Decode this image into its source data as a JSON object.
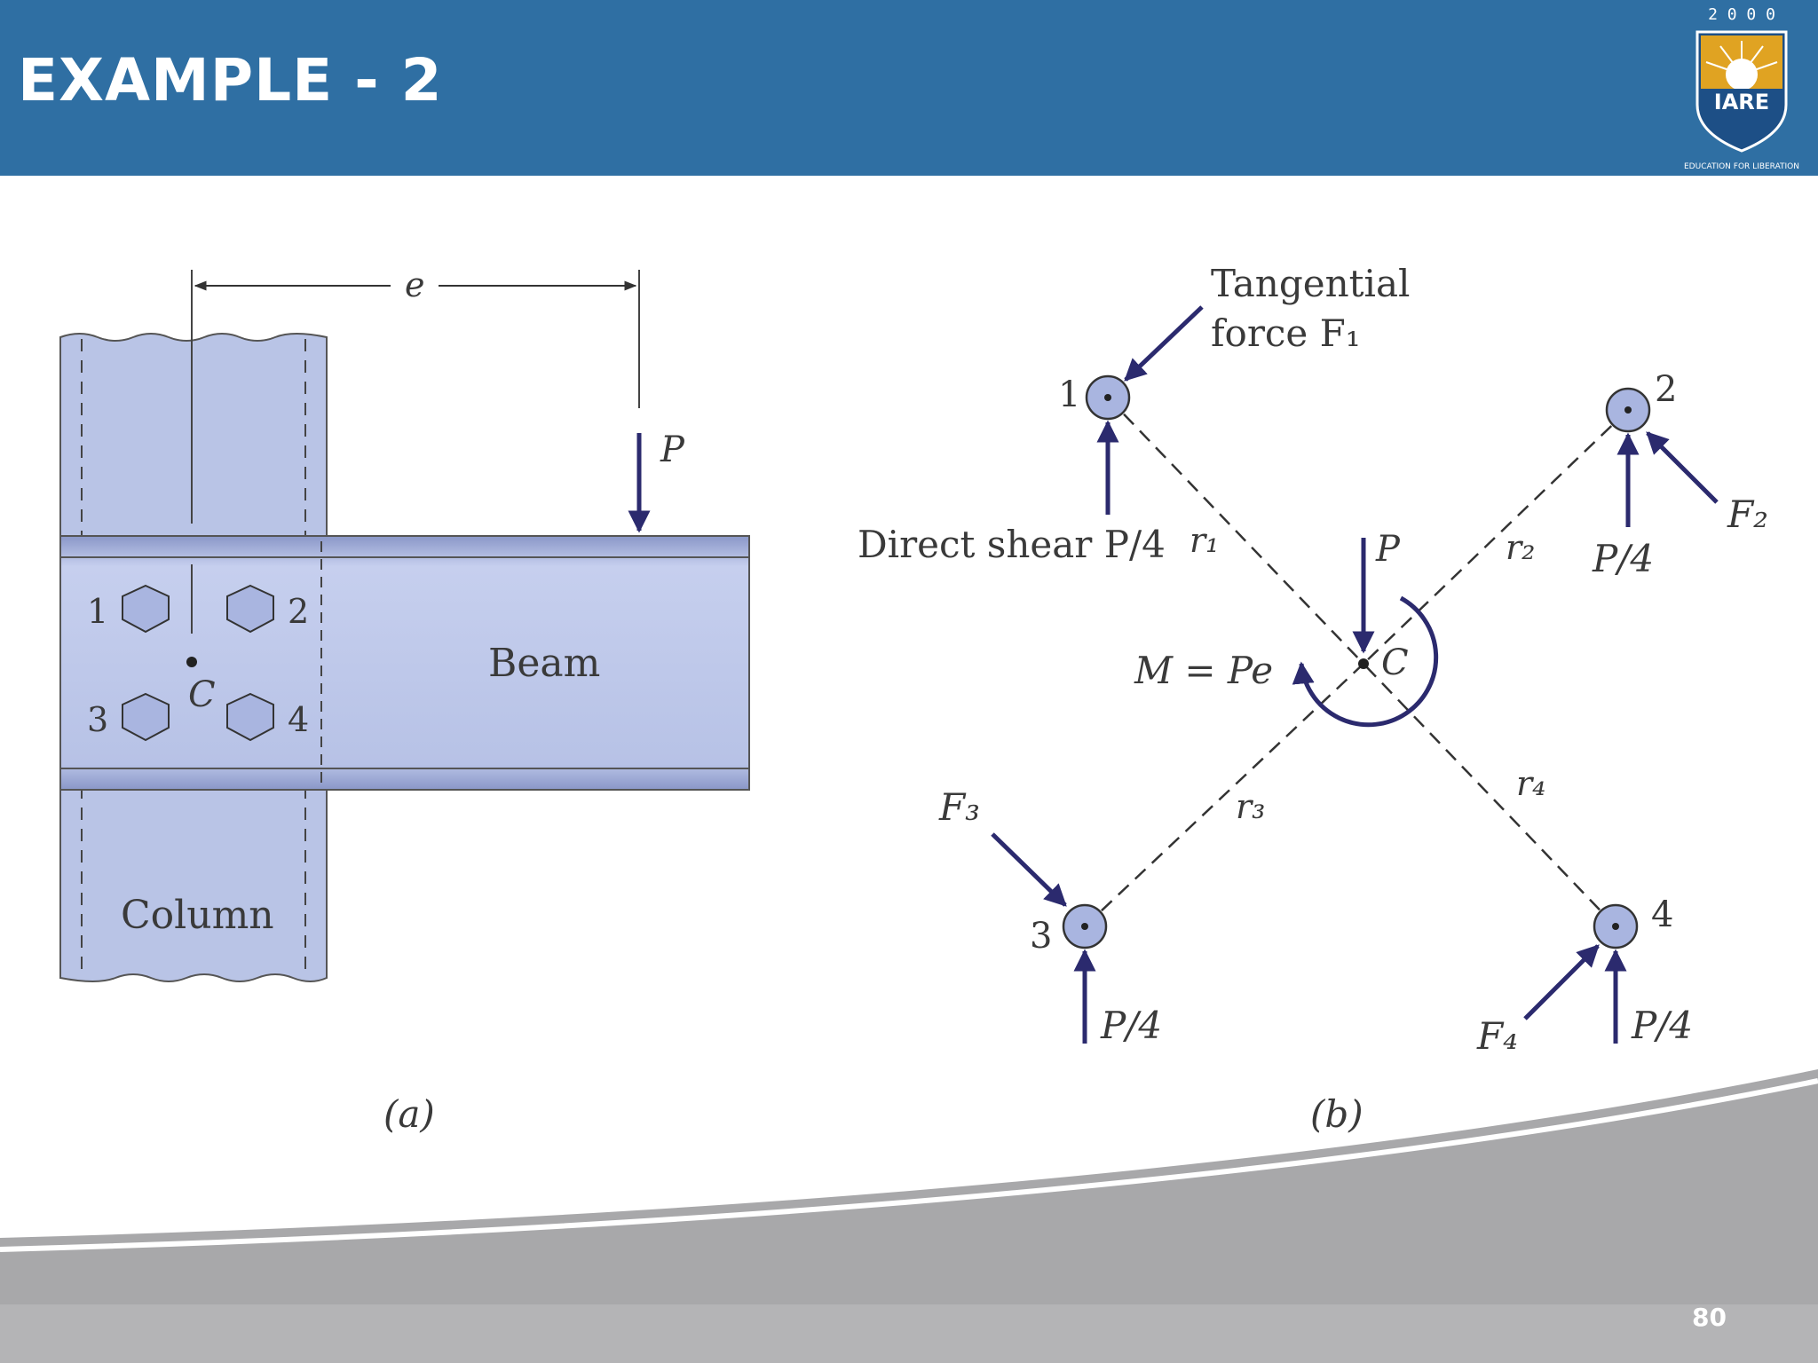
{
  "slide": {
    "title": "EXAMPLE - 2",
    "page_number": "80",
    "logo": {
      "top_text": "2 0 0 0",
      "name": "IARE",
      "motto": "EDUCATION FOR LIBERATION"
    }
  },
  "figure_a": {
    "caption": "(a)",
    "dimension_label": "e",
    "load_label": "P",
    "beam_label": "Beam",
    "column_label": "Column",
    "centroid_label": "C",
    "bolt_numbers": [
      "1",
      "2",
      "3",
      "4"
    ]
  },
  "figure_b": {
    "caption": "(b)",
    "tangential_label_line1": "Tangential",
    "tangential_label_line2": "force F₁",
    "direct_shear_label": "Direct shear P/4",
    "moment_label": "M = Pe",
    "load_label": "P",
    "centroid_label": "C",
    "bolt_numbers": [
      "1",
      "2",
      "3",
      "4"
    ],
    "radius_labels": [
      "r₁",
      "r₂",
      "r₃",
      "r₄"
    ],
    "force_labels": [
      "F₂",
      "F₃",
      "F₄"
    ],
    "shear_labels": [
      "P/4",
      "P/4",
      "P/4"
    ]
  },
  "colors": {
    "header": "#2f6fa3",
    "steel": "#b9c4e6",
    "arrow": "#2b2a6e",
    "footer_gray": "#a8a8aa"
  }
}
